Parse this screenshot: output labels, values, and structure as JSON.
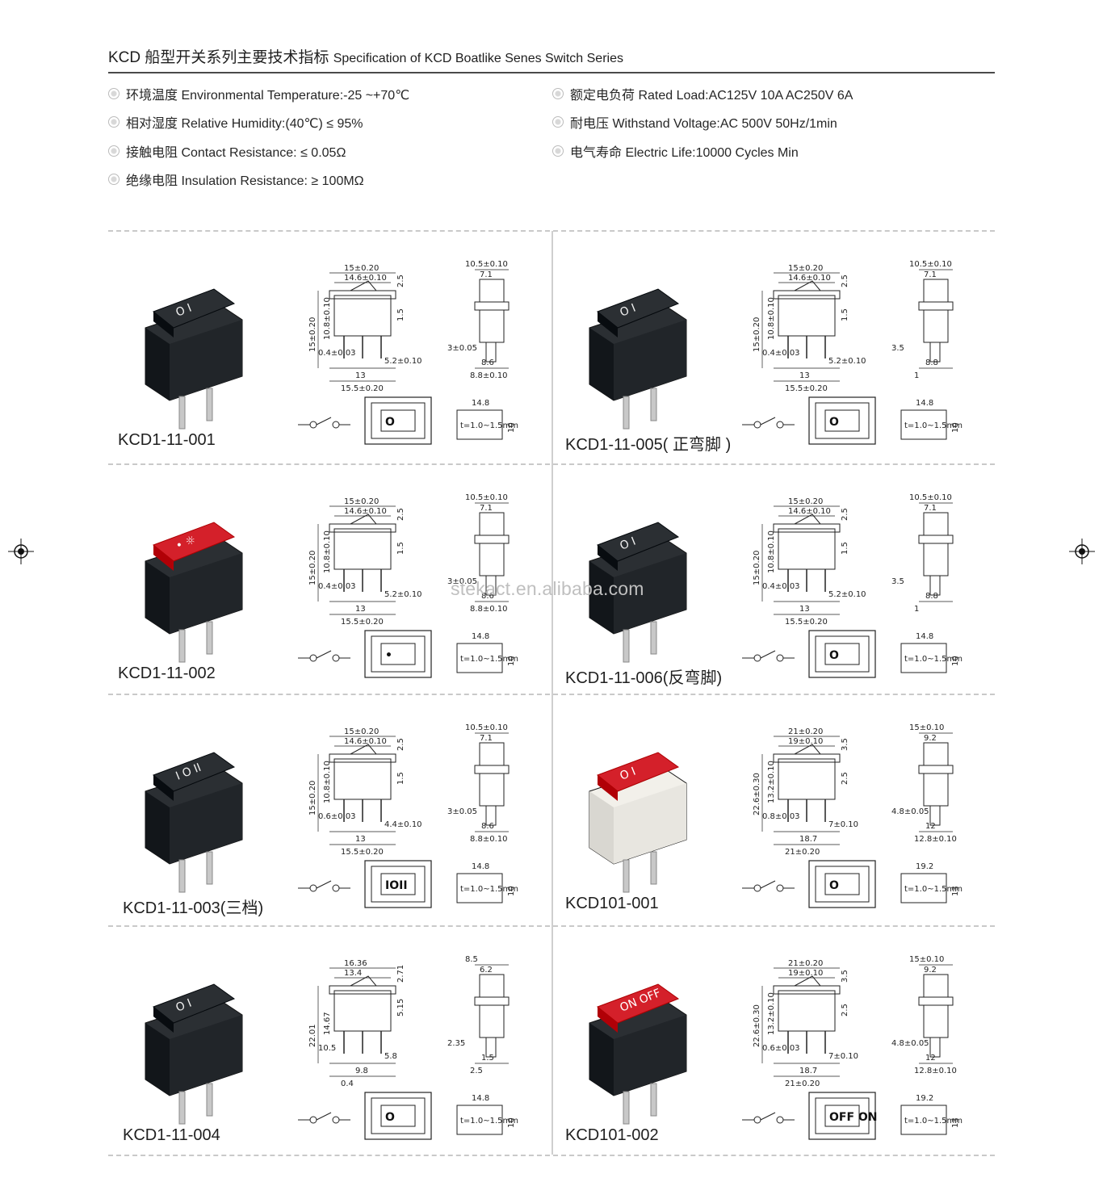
{
  "header": {
    "title_cn": "KCD 船型开关系列主要技术指标",
    "title_en": "Specification of KCD Boatlike Senes Switch Series"
  },
  "specs_left": [
    "环境温度 Environmental Temperature:-25 ~+70℃",
    "相对湿度 Relative Humidity:(40℃) ≤ 95%",
    "接触电阻 Contact Resistance: ≤ 0.05Ω",
    "绝缘电阻 Insulation Resistance: ≥ 100MΩ"
  ],
  "specs_right": [
    "额定电负荷 Rated Load:AC125V 10A  AC250V 6A",
    "耐电压 Withstand Voltage:AC 500V 50Hz/1min",
    "电气寿命 Electric Life:10000 Cycles Min"
  ],
  "watermark": "stekact.en.alibaba.com",
  "products": [
    {
      "model": "KCD1-11-001",
      "rocker_color": "#2b2f33",
      "housing_color": "#2b2f33",
      "marks": "O  I",
      "front_face": "O",
      "drawing": {
        "w1": "15±0.20",
        "w2": "14.6±0.10",
        "t1": "2.5",
        "t2": "1.5",
        "h1": "15±0.20",
        "h2": "10.8±0.10",
        "p1": "0.4±0.03",
        "p2": "5.2±0.10",
        "b1": "13",
        "b2": "15.5±0.20",
        "s1": "10.5±0.10",
        "s2": "7.1",
        "s3": "3±0.05",
        "s4": "8.6",
        "s5": "8.8±0.10",
        "c1": "14.8",
        "c2": "t=1.0~1.5mm",
        "c3": "10"
      }
    },
    {
      "model": "KCD1-11-005( 正弯脚 )",
      "rocker_color": "#2b2f33",
      "housing_color": "#2b2f33",
      "marks": "O  I",
      "front_face": "O",
      "drawing": {
        "w1": "15±0.20",
        "w2": "14.6±0.10",
        "t1": "2.5",
        "t2": "1.5",
        "h1": "15±0.20",
        "h2": "10.8±0.10",
        "p1": "0.4±0.03",
        "p2": "5.2±0.10",
        "b1": "13",
        "b2": "15.5±0.20",
        "s1": "10.5±0.10",
        "s2": "7.1",
        "s3": "3.5",
        "s4": "8.8",
        "s5": "1",
        "c1": "14.8",
        "c2": "t=1.0~1.5mm",
        "c3": "10"
      }
    },
    {
      "model": "KCD1-11-002",
      "rocker_color": "#d4202a",
      "housing_color": "#2b2f33",
      "marks": "•  ☼",
      "front_face": "•",
      "drawing": {
        "w1": "15±0.20",
        "w2": "14.6±0.10",
        "t1": "2.5",
        "t2": "1.5",
        "h1": "15±0.20",
        "h2": "10.8±0.10",
        "p1": "0.4±0.03",
        "p2": "5.2±0.10",
        "b1": "13",
        "b2": "15.5±0.20",
        "s1": "10.5±0.10",
        "s2": "7.1",
        "s3": "3±0.05",
        "s4": "8.6",
        "s5": "8.8±0.10",
        "c1": "14.8",
        "c2": "t=1.0~1.5mm",
        "c3": "10"
      }
    },
    {
      "model": "KCD1-11-006(反弯脚)",
      "rocker_color": "#2b2f33",
      "housing_color": "#2b2f33",
      "marks": "O  I",
      "front_face": "O",
      "drawing": {
        "w1": "15±0.20",
        "w2": "14.6±0.10",
        "t1": "2.5",
        "t2": "1.5",
        "h1": "15±0.20",
        "h2": "10.8±0.10",
        "p1": "0.4±0.03",
        "p2": "5.2±0.10",
        "b1": "13",
        "b2": "15.5±0.20",
        "s1": "10.5±0.10",
        "s2": "7.1",
        "s3": "3.5",
        "s4": "8.8",
        "s5": "1",
        "c1": "14.8",
        "c2": "t=1.0~1.5mm",
        "c3": "10"
      }
    },
    {
      "model": "KCD1-11-003(三档)",
      "rocker_color": "#2b2f33",
      "housing_color": "#2b2f33",
      "marks": "I O II",
      "front_face": "IOII",
      "drawing": {
        "w1": "15±0.20",
        "w2": "14.6±0.10",
        "t1": "2.5",
        "t2": "1.5",
        "h1": "15±0.20",
        "h2": "10.8±0.10",
        "p1": "0.6±0.03",
        "p2": "4.4±0.10",
        "b1": "13",
        "b2": "15.5±0.20",
        "s1": "10.5±0.10",
        "s2": "7.1",
        "s3": "3±0.05",
        "s4": "8.6",
        "s5": "8.8±0.10",
        "c1": "14.8",
        "c2": "t=1.0~1.5mm",
        "c3": "10"
      }
    },
    {
      "model": "KCD101-001",
      "rocker_color": "#d4202a",
      "housing_color": "#f2f0ea",
      "marks": "O  I",
      "front_face": "O",
      "drawing": {
        "w1": "21±0.20",
        "w2": "19±0.10",
        "t1": "3.5",
        "t2": "2.5",
        "h1": "22.6±0.30",
        "h2": "13.2±0.10",
        "p1": "0.8±0.03",
        "p2": "7±0.10",
        "b1": "18.7",
        "b2": "21±0.20",
        "s1": "15±0.10",
        "s2": "9.2",
        "s3": "4.8±0.05",
        "s4": "12",
        "s5": "12.8±0.10",
        "c1": "19.2",
        "c2": "t=1.0~1.5mm",
        "c3": "13"
      }
    },
    {
      "model": "KCD1-11-004",
      "rocker_color": "#2b2f33",
      "housing_color": "#2b2f33",
      "marks": "O  I",
      "front_face": "O",
      "drawing": {
        "w1": "16.36",
        "w2": "13.4",
        "t1": "2.71",
        "t2": "5.15",
        "h1": "22.01",
        "h2": "14.67",
        "p1": "10.5",
        "p2": "5.8",
        "b1": "9.8",
        "b2": "0.4",
        "s1": "8.5",
        "s2": "6.2",
        "s3": "2.35",
        "s4": "1.5",
        "s5": "2.5",
        "c1": "14.8",
        "c2": "t=1.0~1.5mm",
        "c3": "10"
      }
    },
    {
      "model": "KCD101-002",
      "rocker_color": "#d4202a",
      "housing_color": "#2b2f33",
      "marks": "ON OFF",
      "front_face": "OFF ON",
      "drawing": {
        "w1": "21±0.20",
        "w2": "19±0.10",
        "t1": "3.5",
        "t2": "2.5",
        "h1": "22.6±0.30",
        "h2": "13.2±0.10",
        "p1": "0.6±0.03",
        "p2": "7±0.10",
        "b1": "18.7",
        "b2": "21±0.20",
        "s1": "15±0.10",
        "s2": "9.2",
        "s3": "4.8±0.05",
        "s4": "12",
        "s5": "12.8±0.10",
        "c1": "19.2",
        "c2": "t=1.0~1.5mm",
        "c3": "13"
      }
    }
  ]
}
